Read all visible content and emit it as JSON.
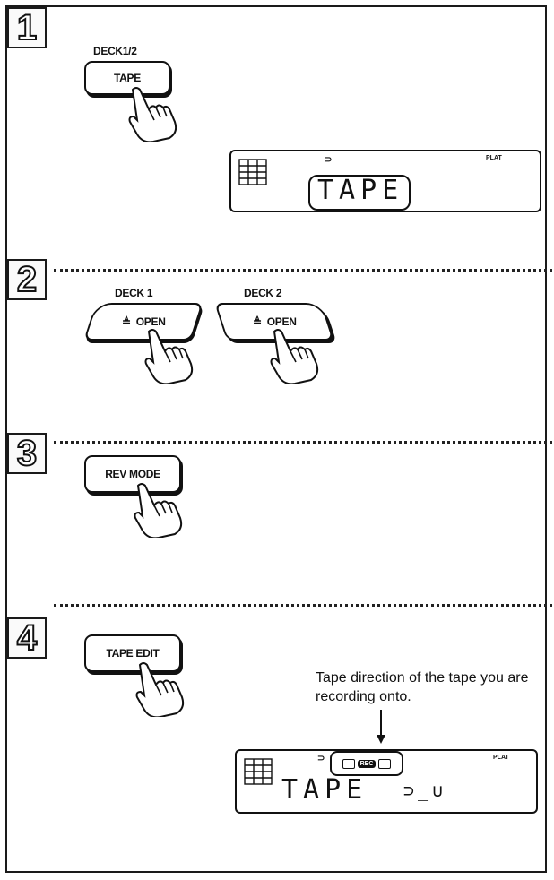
{
  "steps": [
    {
      "number": "1",
      "label": "DECK1/2",
      "button": "TAPE"
    },
    {
      "number": "2",
      "deck1_label": "DECK 1",
      "deck1_button": "OPEN",
      "deck2_label": "DECK 2",
      "deck2_button": "OPEN",
      "eject_glyph": "≜"
    },
    {
      "number": "3",
      "button": "REV MODE"
    },
    {
      "number": "4",
      "button": "TAPE EDIT"
    }
  ],
  "display1": {
    "text": "TAPE",
    "indicator": "PLAT",
    "arrow": "⊃"
  },
  "display2": {
    "text": "TAPE",
    "suffix": "⊃_∪",
    "indicator": "PLAT",
    "arrow": "⊃",
    "rec": "REC"
  },
  "note": "Tape direction of the tape you are recording onto.",
  "icons": [
    "hand-pointer-icon",
    "eject-icon",
    "lcd-grid-icon"
  ]
}
